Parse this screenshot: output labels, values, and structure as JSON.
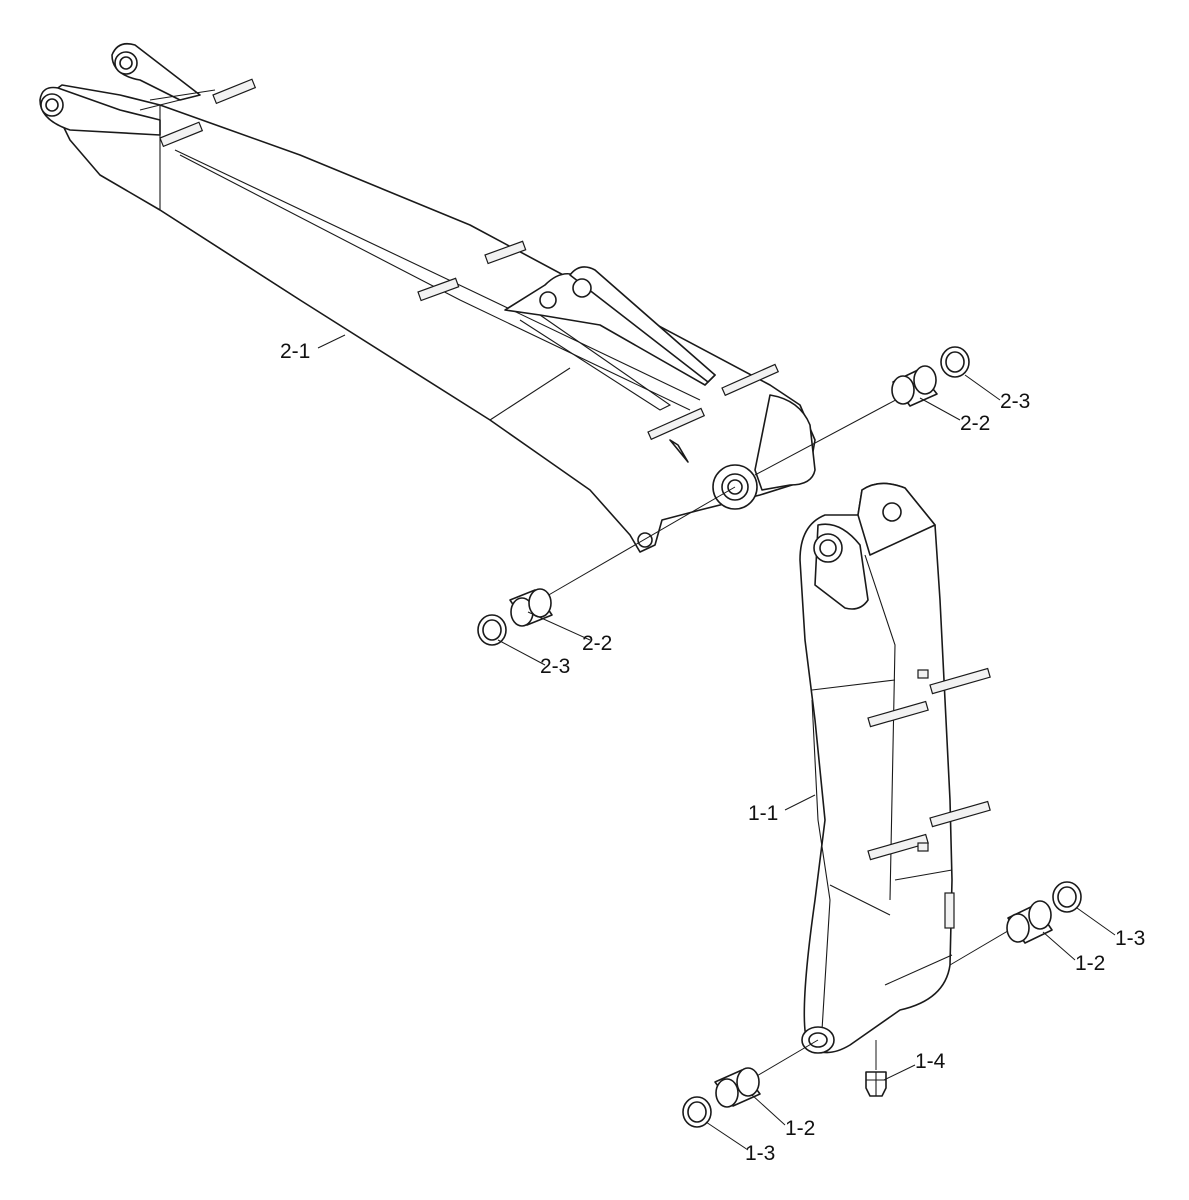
{
  "callouts": {
    "boom": "2-1",
    "boom_bushing_front": "2-2",
    "boom_bushing_rear": "2-2",
    "boom_shim_front": "2-3",
    "boom_shim_rear": "2-3",
    "arm": "1-1",
    "arm_bushing_right": "1-2",
    "arm_bushing_left": "1-2",
    "arm_shim_right": "1-3",
    "arm_shim_left": "1-3",
    "grease_fitting": "1-4"
  }
}
